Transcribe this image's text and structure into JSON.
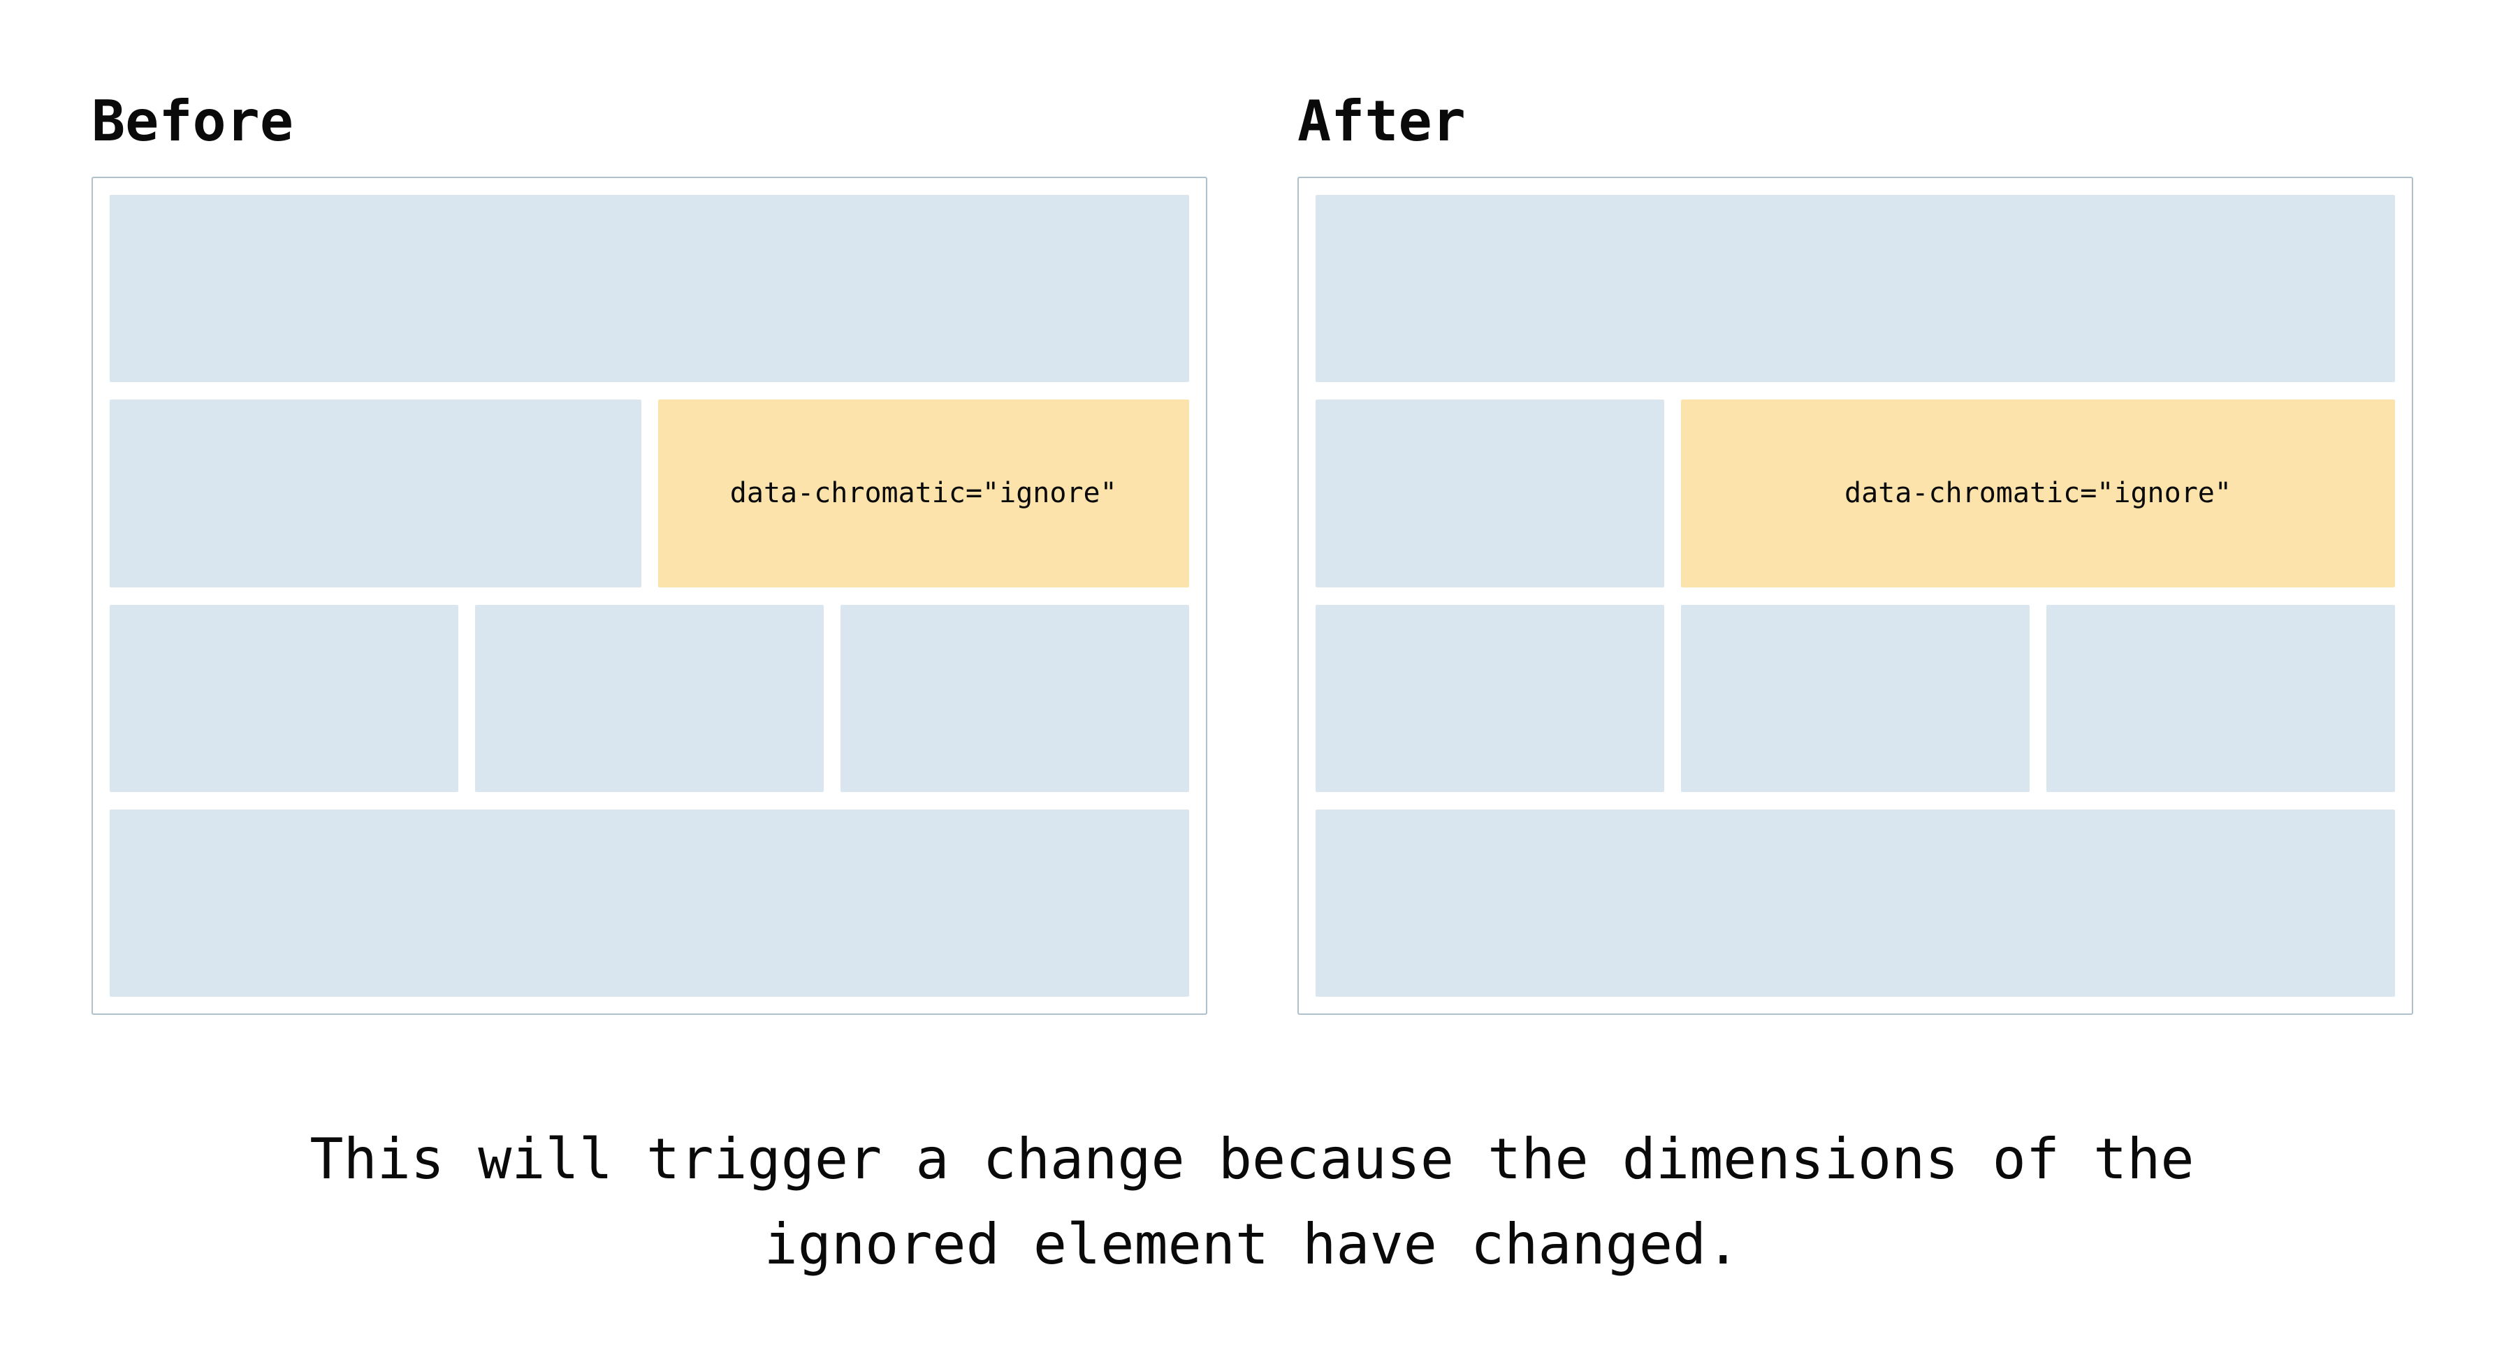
{
  "colors": {
    "box_blue": "#dae6ef",
    "box_orange": "#fce3ac",
    "panel_border": "#aec1cc",
    "text": "#0a0a0a",
    "page_bg": "#ffffff"
  },
  "before_section": {
    "title": "Before",
    "ignore_label": "data-chromatic=\"ignore\""
  },
  "after_section": {
    "title": "After",
    "ignore_label": "data-chromatic=\"ignore\""
  },
  "caption": {
    "lines": [
      "This will trigger a change because the dimensions of the",
      "ignored element have changed."
    ]
  }
}
